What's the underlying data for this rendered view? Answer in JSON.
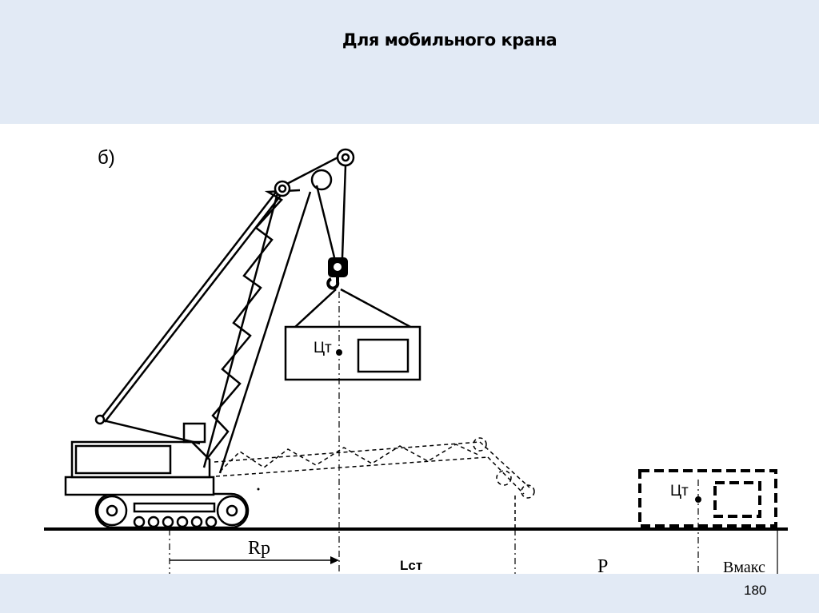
{
  "slide": {
    "title": "Для мобильного крана",
    "page_number": "180"
  },
  "diagram": {
    "variant_label": "б)",
    "load_cg_label": "Цт",
    "target_cg_label": "Цт",
    "dimensions": {
      "radius": "Rp",
      "boom_length": "Lст",
      "distance": "P",
      "max_width": "Вмакс"
    }
  }
}
